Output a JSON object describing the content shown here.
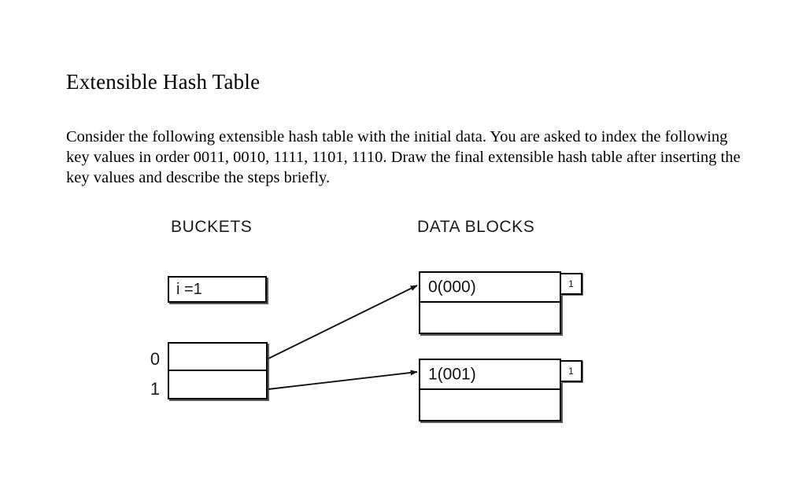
{
  "document": {
    "title": "Extensible Hash Table",
    "paragraph": "Consider the following extensible hash table with the initial data. You are asked to index the following key values in order 0011, 0010, 1111, 1101, 1110. Draw the final extensible hash table after inserting the key values and describe the steps briefly.",
    "key_values_to_insert": [
      "0011",
      "0010",
      "1111",
      "1101",
      "1110"
    ]
  },
  "diagram": {
    "headers": {
      "buckets": "BUCKETS",
      "data_blocks": "DATA BLOCKS"
    },
    "global_depth": {
      "label": "i =1",
      "value": 1
    },
    "directory": {
      "entries": [
        {
          "index": "0",
          "points_to": 0
        },
        {
          "index": "1",
          "points_to": 1
        }
      ]
    },
    "data_blocks": [
      {
        "key": "0(000)",
        "local_depth": "1"
      },
      {
        "key": "1(001)",
        "local_depth": "1"
      }
    ],
    "arrows": [
      {
        "from": "directory-entry-0",
        "to": "data-block-0"
      },
      {
        "from": "directory-entry-1",
        "to": "data-block-1"
      }
    ],
    "colors": {
      "stroke": "#000000",
      "shadow": "#595959",
      "background": "#ffffff",
      "text": "#111111"
    }
  }
}
